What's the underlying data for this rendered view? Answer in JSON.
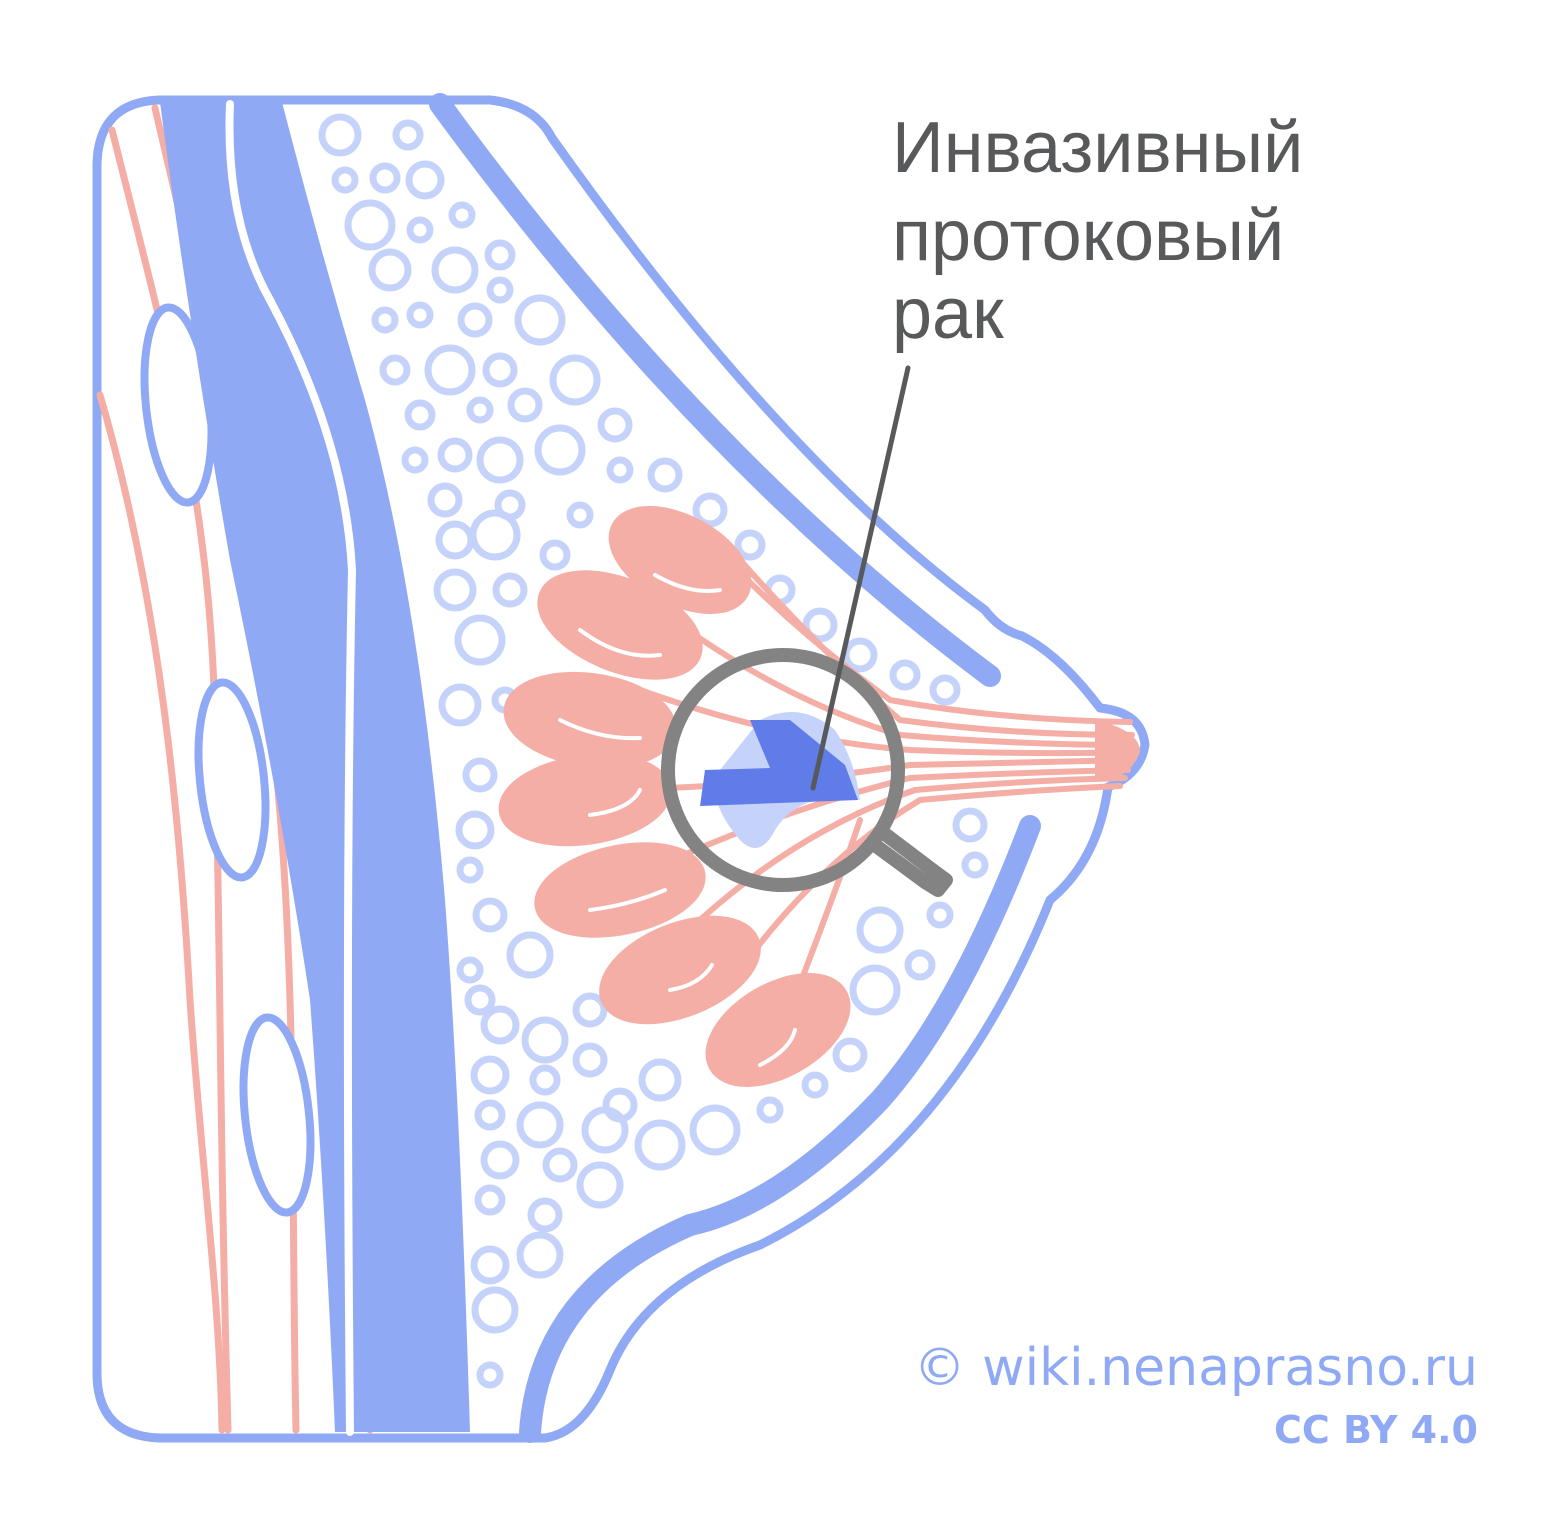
{
  "label": {
    "lines": [
      "Инвазивный",
      "протоковый",
      "рак"
    ]
  },
  "credit": {
    "site": "© wiki.nenaprasno.ru",
    "license": "CC BY 4.0"
  },
  "colors": {
    "outline_blue": "#8fa9f5",
    "muscle_blue": "#8fa9f5",
    "fat_light_blue": "#c5d3fb",
    "lobule_pink": "#f4aea6",
    "duct_pink": "#f4aea6",
    "tumor_dark_blue": "#5f7ce8",
    "tumor_light_blue": "#c5d3fb",
    "magnifier_gray": "#838383",
    "label_gray": "#58595b"
  }
}
